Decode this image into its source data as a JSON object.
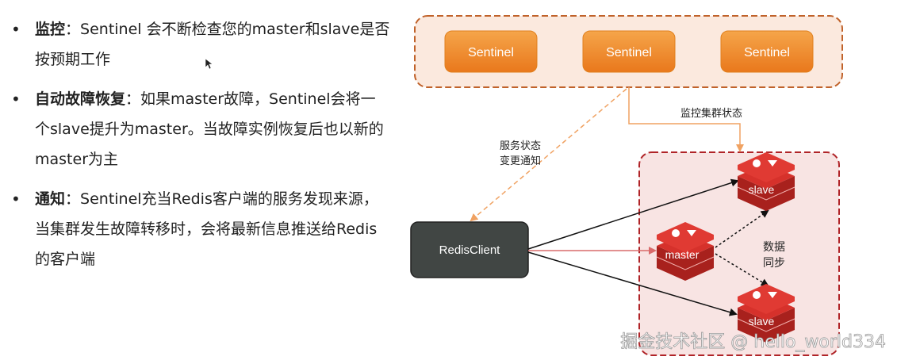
{
  "bullets": [
    {
      "term": "监控",
      "sep": "：",
      "text": "Sentinel 会不断检查您的master和slave是否按预期工作"
    },
    {
      "term": "自动故障恢复",
      "sep": "：",
      "text": "如果master故障，Sentinel会将一个slave提升为master。当故障实例恢复后也以新的master为主"
    },
    {
      "term": "通知",
      "sep": "：",
      "text": "Sentinel充当Redis客户端的服务发现来源，当集群发生故障转移时，会将最新信息推送给Redis的客户端"
    }
  ],
  "diagram": {
    "sentinels": [
      "Sentinel",
      "Sentinel",
      "Sentinel"
    ],
    "client": "RedisClient",
    "master": "master",
    "slave_top": "slave",
    "slave_bottom": "slave",
    "label_monitor": "监控集群状态",
    "label_notify_1": "服务状态",
    "label_notify_2": "变更通知",
    "label_sync_1": "数据",
    "label_sync_2": "同步",
    "colors": {
      "sentinel_box_bg": "#fbe9de",
      "sentinel_box_border": "#c0622a",
      "sentinel_btn_top": "#f5a54a",
      "sentinel_btn_bottom": "#e9781c",
      "redis_box_bg": "#f8e4e3",
      "redis_box_border": "#b02428",
      "client_bg": "#414644",
      "redis_red": "#d6312b",
      "arrow_orange": "#f0a262",
      "arrow_black": "#111111",
      "arrow_red": "#d96b6b"
    }
  },
  "watermark": "掘金技术社区 @ hello_world334"
}
